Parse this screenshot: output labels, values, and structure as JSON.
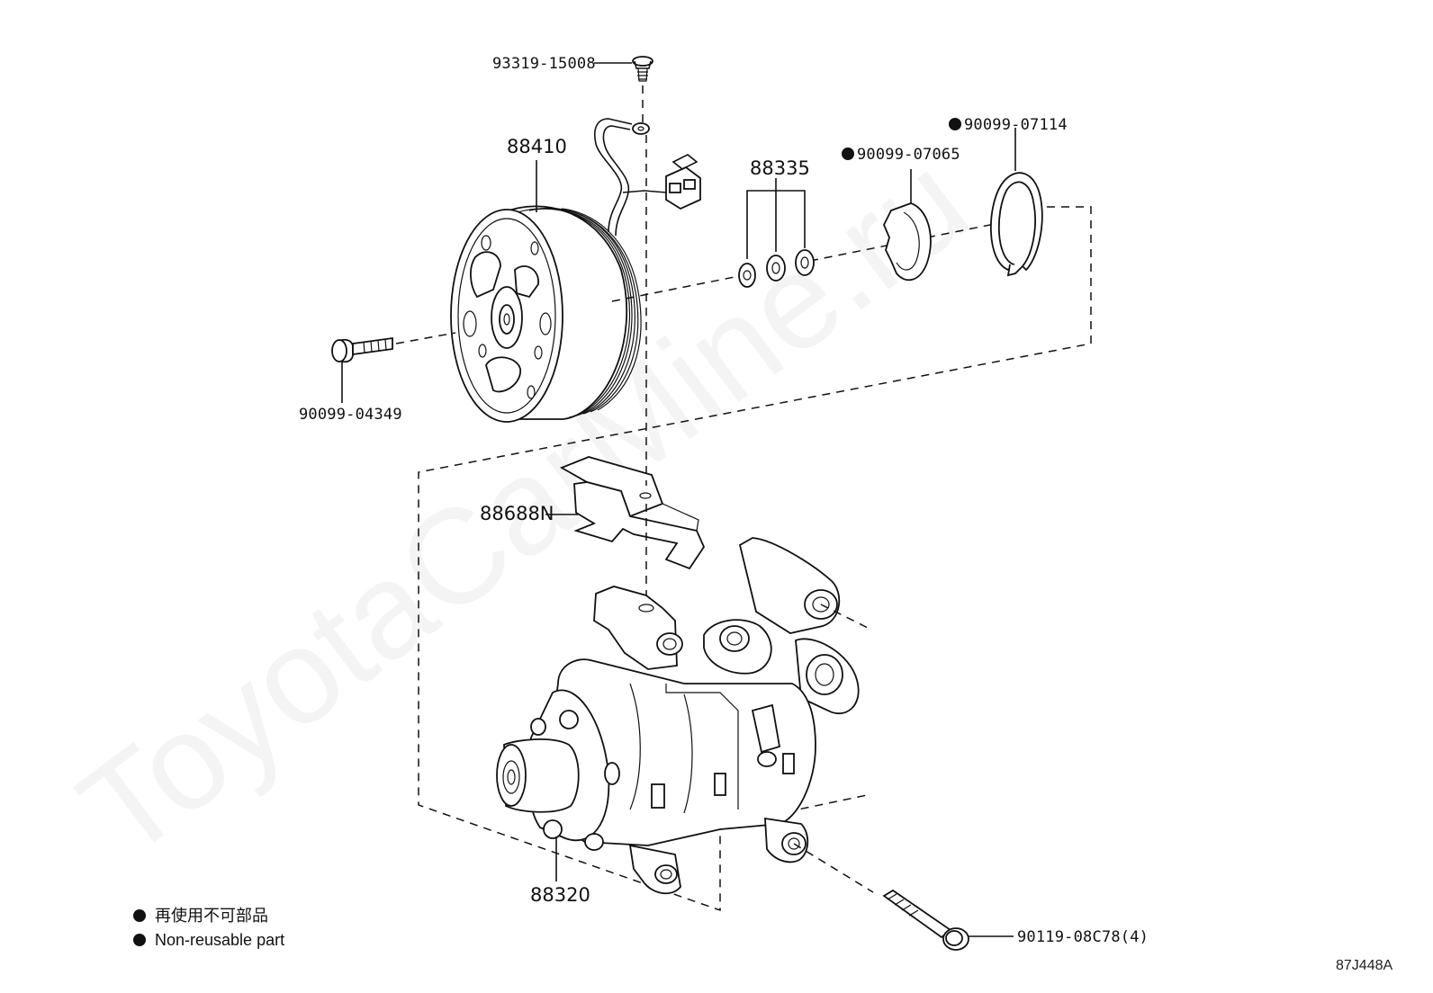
{
  "watermark": "ToyotaCarMine.ru",
  "figure_code": "87J448A",
  "callouts": {
    "screw_top": "93319-15008",
    "clutch_pulley": "88410",
    "shims": "88335",
    "snap_ring_1": "90099-07065",
    "snap_ring_2": "90099-07114",
    "center_bolt": "90099-04349",
    "bracket": "88688N",
    "compressor": "88320",
    "mount_bolt": "90119-08C78(4)"
  },
  "legend": {
    "line_jp": "再使用不可部品",
    "line_en": "Non-reusable part"
  }
}
